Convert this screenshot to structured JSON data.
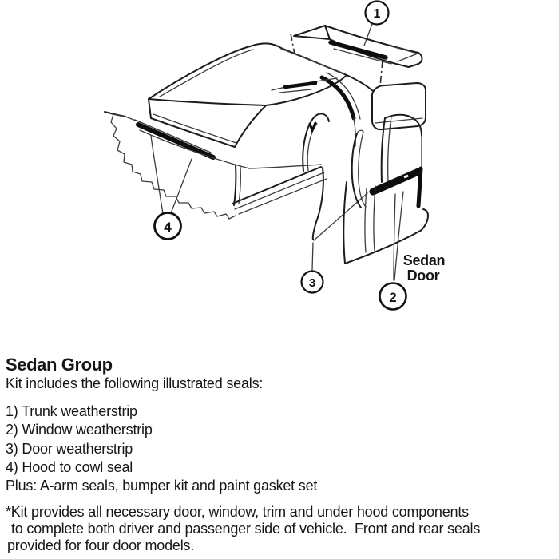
{
  "colors": {
    "ink": "#1a1a1a",
    "paper": "#ffffff"
  },
  "illustration": {
    "door_label": {
      "line1": "Sedan",
      "line2": "Door"
    },
    "callouts": [
      {
        "number": "1"
      },
      {
        "number": "2"
      },
      {
        "number": "3"
      },
      {
        "number": "4"
      }
    ]
  },
  "description": {
    "title": "Sedan Group",
    "intro": "Kit includes the following illustrated seals:",
    "items": [
      "1) Trunk weatherstrip",
      "2) Window weatherstrip",
      "3) Door weatherstrip",
      "4) Hood to cowl seal"
    ],
    "plus_line": "Plus: A-arm seals, bumper kit and paint gasket set",
    "note_lines": [
      "*Kit provides all necessary door, window, trim and under hood components",
      "to complete both driver and passenger side of vehicle.  Front and rear seals",
      "provided for four door models."
    ]
  }
}
